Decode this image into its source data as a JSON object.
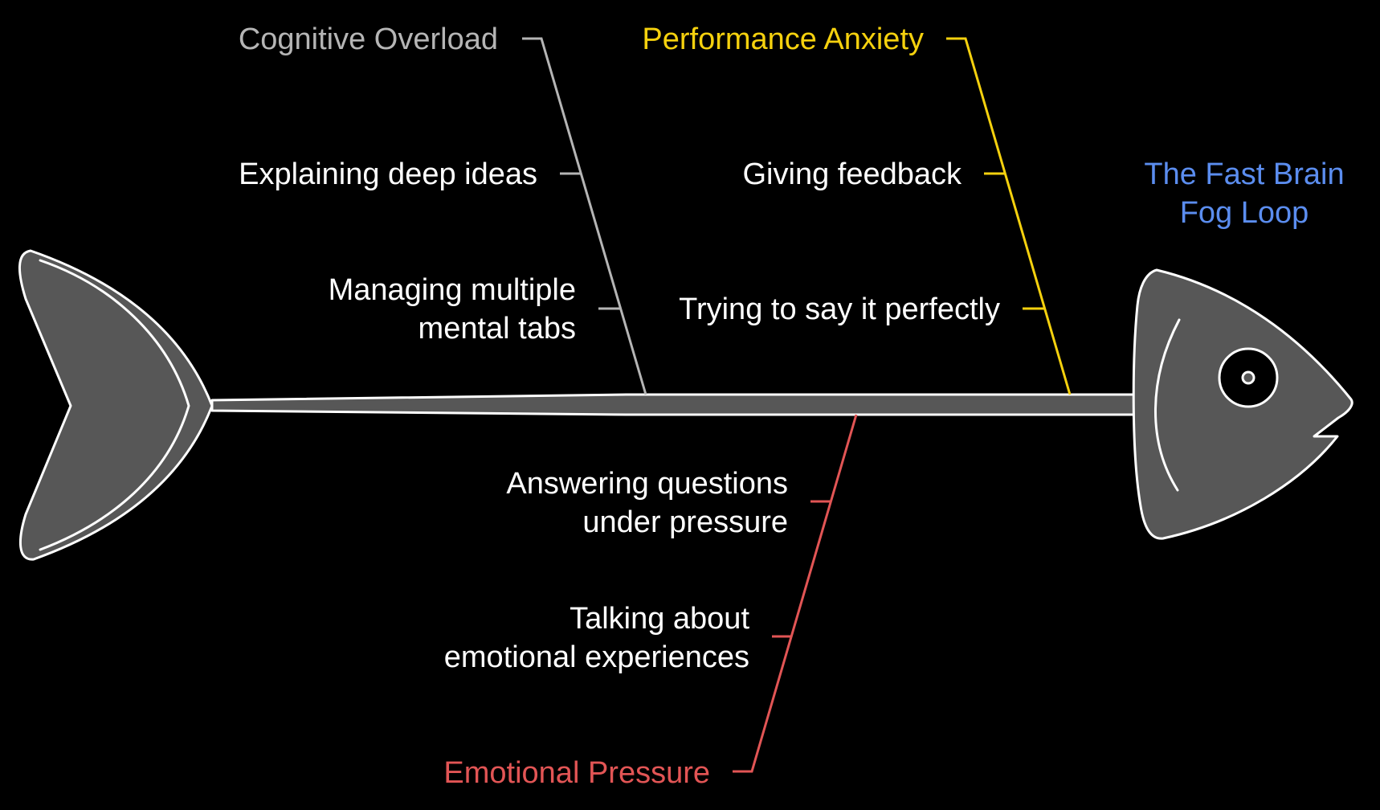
{
  "diagram": {
    "title": {
      "lines": [
        "The Fast Brain",
        "Fog Loop"
      ]
    },
    "colors": {
      "background": "#000000",
      "fish_fill": "#575757",
      "fish_outline": "#ffffff",
      "title": "#5b8def",
      "item_text": "#ffffff"
    },
    "categories": [
      {
        "name": "Cognitive Overload",
        "color": "#b5b5b5",
        "items": [
          {
            "lines": [
              "Explaining deep ideas"
            ]
          },
          {
            "lines": [
              "Managing multiple",
              "mental tabs"
            ]
          }
        ]
      },
      {
        "name": "Performance Anxiety",
        "color": "#f5d10e",
        "items": [
          {
            "lines": [
              "Giving feedback"
            ]
          },
          {
            "lines": [
              "Trying to say it perfectly"
            ]
          }
        ]
      },
      {
        "name": "Emotional Pressure",
        "color": "#e25555",
        "items": [
          {
            "lines": [
              "Answering questions",
              "under pressure"
            ]
          },
          {
            "lines": [
              "Talking about",
              "emotional experiences"
            ]
          }
        ]
      }
    ]
  }
}
